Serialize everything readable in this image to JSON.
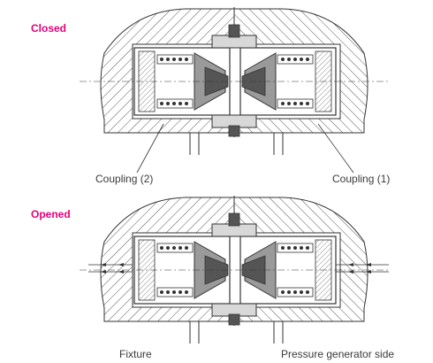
{
  "states": {
    "closed": "Closed",
    "opened": "Opened"
  },
  "labels": {
    "coupling_left": "Coupling (2)",
    "coupling_right": "Coupling (1)",
    "fixture": "Fixture",
    "pressure_side": "Pressure generator side"
  },
  "colors": {
    "state_label": "#e3007a",
    "line": "#333333",
    "fill_dark": "#555555",
    "fill_mid": "#9a9a9a",
    "fill_light": "#d8d8d8"
  }
}
